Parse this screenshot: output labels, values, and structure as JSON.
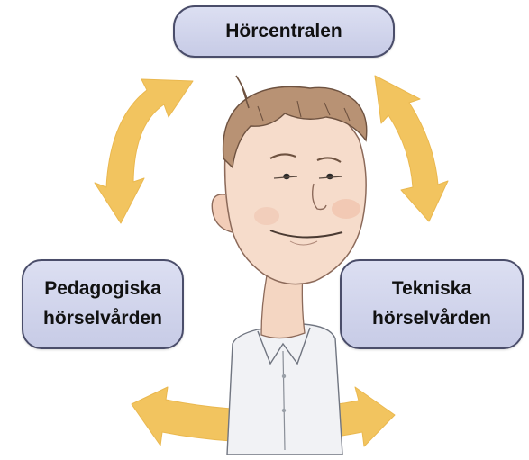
{
  "nodes": {
    "top": {
      "label": "Hörcentralen"
    },
    "left": {
      "line1": "Pedagogiska",
      "line2": "hörselvården"
    },
    "right": {
      "line1": "Tekniska",
      "line2": "hörselvården"
    }
  },
  "icons": {
    "center": "person-illustration",
    "arrows": [
      "double-arrow-icon",
      "double-arrow-icon",
      "double-arrow-icon"
    ]
  },
  "colors": {
    "arrow": "#f2c45f",
    "node_fill": "#ccd0ea",
    "node_border": "#4a4d6a"
  }
}
